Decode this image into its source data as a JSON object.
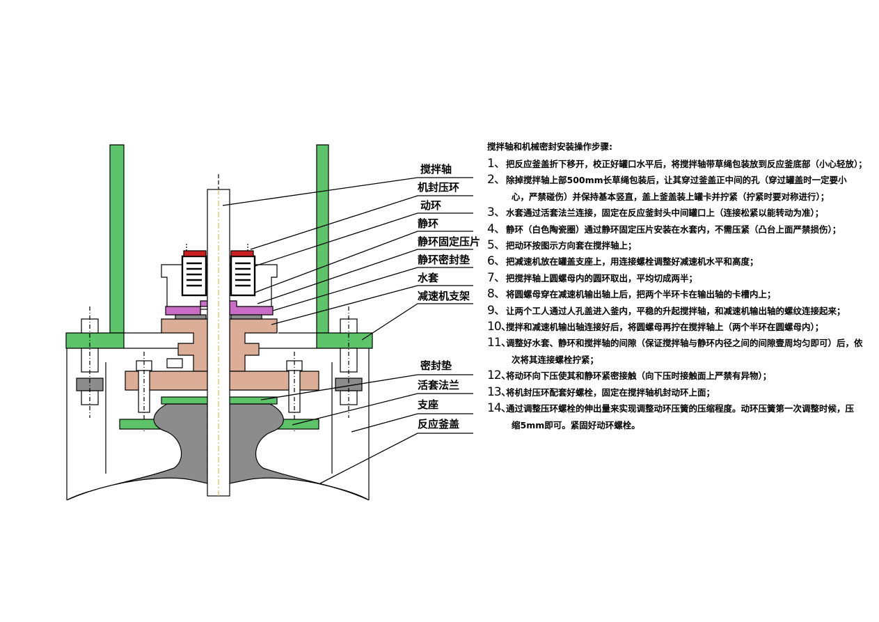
{
  "callouts": [
    "搅拌轴",
    "机封压环",
    "动环",
    "静环",
    "静环固定压片",
    "静环密封垫",
    "水套",
    "减速机支架",
    "密封垫",
    "活套法兰",
    "支座",
    "反应釜盖"
  ],
  "steps_title": "搅拌轴和机械密封安装操作步骤:",
  "steps": [
    {
      "num": "1、",
      "text": "把反应釜盖折下移开，校正好罐口水平后，将搅拌轴带草绳包装放到反应釜底部（小心轻放）；",
      "cont": ""
    },
    {
      "num": "2、",
      "text": "除掉搅拌轴上部500mm长草绳包装后，让其穿过釜盖正中间的孔（穿过罐盖时一定要小",
      "cont": "心，严禁碰伤）并保持基本竖直，盖上釜盖装上罐卡并拧紧（拧紧时要对称进行）；"
    },
    {
      "num": "3、",
      "text": "水套通过活套法兰连接，固定在反应釜封头中间罐口上（连接松紧以能转动为准）；",
      "cont": ""
    },
    {
      "num": "4、",
      "text": "静环（白色陶瓷圈）通过静环固定压片安装在水套内，不需压紧（凸台上面严禁损伤）；",
      "cont": ""
    },
    {
      "num": "5、",
      "text": "把动环按图示方向套在搅拌轴上；",
      "cont": ""
    },
    {
      "num": "6、",
      "text": "把减速机放在罐盖支座上，用连接螺栓调整好减速机水平和高度；",
      "cont": ""
    },
    {
      "num": "7、",
      "text": "把搅拌轴上圆螺母内的圆环取出，平均切成两半；",
      "cont": ""
    },
    {
      "num": "8、",
      "text": "将圆螺母穿在减速机输出轴上后，把两个半环卡在输出轴的卡槽内上；",
      "cont": ""
    },
    {
      "num": "9、",
      "text": "让两个工人通过人孔盖进入釜内，平稳的升起搅拌轴，和减速机输出轴的螺纹连接起来；",
      "cont": ""
    },
    {
      "num": "10、",
      "text": "搅拌和减速机输出轴连接好后，将圆螺母再拧在搅拌轴上（两个半环在圆螺母内）；",
      "cont": ""
    },
    {
      "num": "11、",
      "text": "调整好水套、静环和搅拌轴的间隙（保证搅拌轴与静环内径之间的间隙壹周均匀即可）后，依",
      "cont": "次将其连接螺栓拧紧；"
    },
    {
      "num": "12、",
      "text": "将动环向下压使其和静环紧密接触（向下压时接触面上严禁有异物）；",
      "cont": ""
    },
    {
      "num": "13、",
      "text": "将机封压环配套好螺栓，固定在搅拌轴机封动环上面；",
      "cont": ""
    },
    {
      "num": "14、",
      "text": "通过调整压环螺栓的伸出量来实现调整动环压簧的压缩程度。动环压簧第一次调整时候，压",
      "cont": "缩5mm即可。紧固好动环螺栓。"
    }
  ],
  "colors": {
    "support_green": "#5ec46a",
    "housing_tan": "#dcae98",
    "seal_pink": "#c86cc6",
    "gland_red": "#c82020",
    "vessel_gray": "#8c8c8c",
    "shaft_yellow": "#d8c060"
  }
}
